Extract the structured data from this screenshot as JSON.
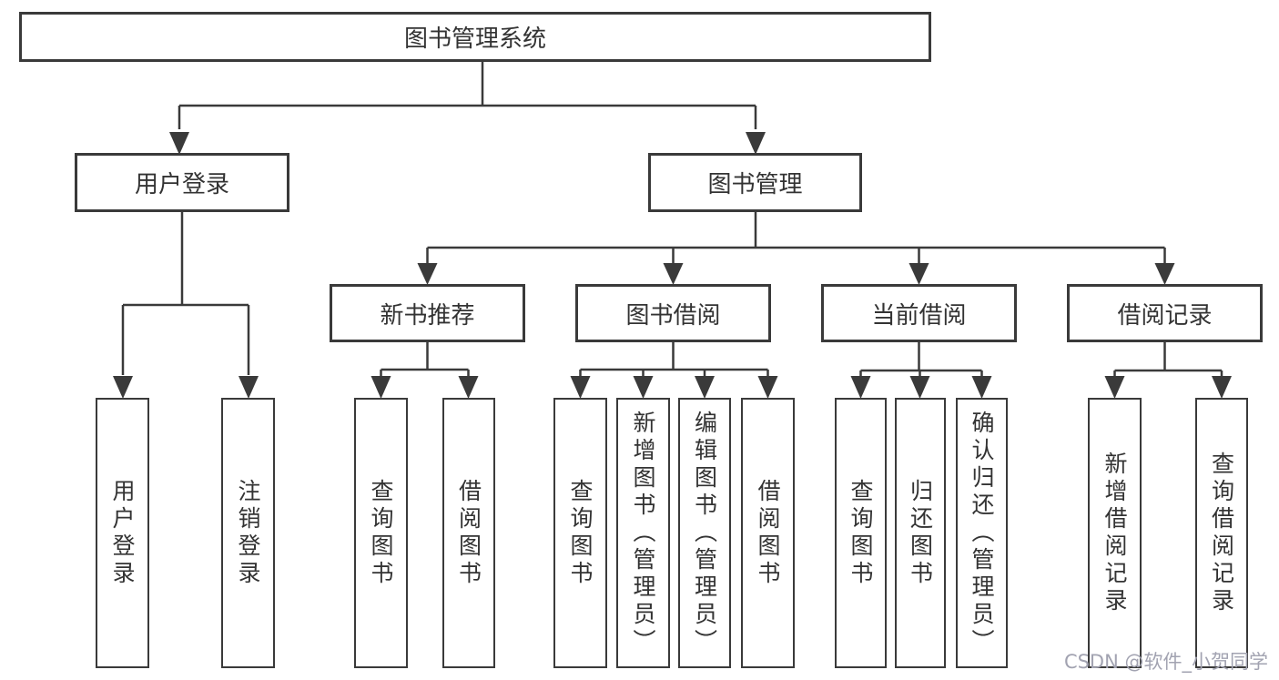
{
  "diagram": {
    "background": "#ffffff",
    "line_color": "#3a3a3a",
    "text_color": "#333333",
    "watermark": {
      "text": "CSDN @软件_小贺同学",
      "color": "#a2a3b1"
    },
    "root": {
      "label": "图书管理系统"
    },
    "level2": [
      {
        "id": "user-login",
        "label": "用户登录"
      },
      {
        "id": "book-management",
        "label": "图书管理"
      }
    ],
    "level3": [
      {
        "id": "new-book-recommend",
        "label": "新书推荐"
      },
      {
        "id": "book-borrowing",
        "label": "图书借阅"
      },
      {
        "id": "current-borrowing",
        "label": "当前借阅"
      },
      {
        "id": "borrowing-records",
        "label": "借阅记录"
      }
    ],
    "level4": [
      {
        "id": "user-login-leaf",
        "label": "用户登录"
      },
      {
        "id": "logout",
        "label": "注销登录"
      },
      {
        "id": "query-books-recommend",
        "label": "查询图书"
      },
      {
        "id": "borrow-books-recommend",
        "label": "借阅图书"
      },
      {
        "id": "query-books-borrowing",
        "label": "查询图书"
      },
      {
        "id": "add-books-admin",
        "label": "新增图书（管理员）"
      },
      {
        "id": "edit-books-admin",
        "label": "编辑图书（管理员）"
      },
      {
        "id": "borrow-books",
        "label": "借阅图书"
      },
      {
        "id": "query-books-current",
        "label": "查询图书"
      },
      {
        "id": "return-books",
        "label": "归还图书"
      },
      {
        "id": "confirm-return-admin",
        "label": "确认归还（管理员）"
      },
      {
        "id": "add-borrow-record",
        "label": "新增借阅记录"
      },
      {
        "id": "query-borrow-record",
        "label": "查询借阅记录"
      }
    ]
  }
}
